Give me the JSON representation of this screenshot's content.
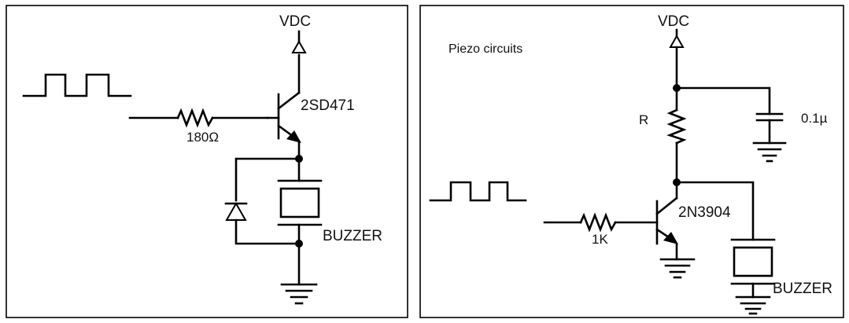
{
  "left_panel": {
    "supply_label": "VDC",
    "transistor_label": "2SD471",
    "resistor_label": "180Ω",
    "buzzer_label": "BUZZER"
  },
  "right_panel": {
    "title": "Piezo circuits",
    "supply_label": "VDC",
    "resistor_label": "R",
    "capacitor_label": "0.1µ",
    "transistor_label": "2N3904",
    "base_resistor_label": "1K",
    "buzzer_label": "BUZZER"
  }
}
